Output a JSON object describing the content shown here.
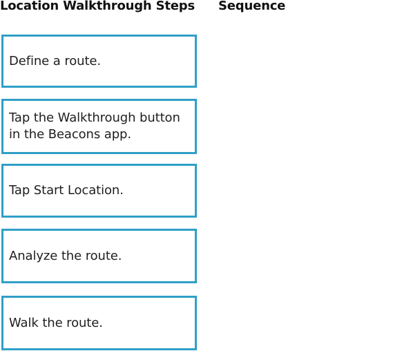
{
  "header": {
    "steps_title": "Location Walkthrough Steps",
    "sequence_title": "Sequence"
  },
  "steps": [
    {
      "label": "Define a route."
    },
    {
      "label": "Tap the Walkthrough button in the Beacons app."
    },
    {
      "label": "Tap Start Location."
    },
    {
      "label": "Analyze the route."
    },
    {
      "label": "Walk the route."
    }
  ],
  "colors": {
    "box_border": "#2f9fc7",
    "text": "#1e1e1e"
  }
}
